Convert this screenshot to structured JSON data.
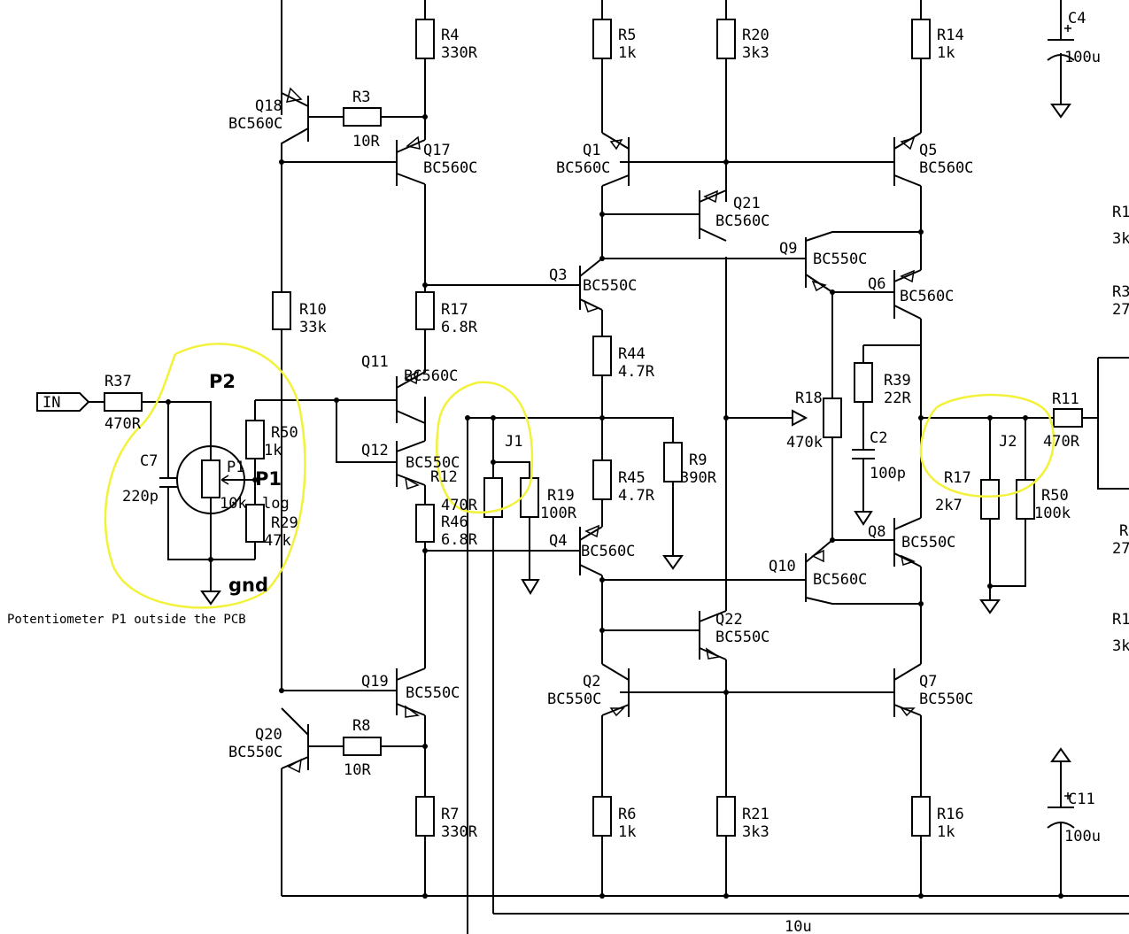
{
  "labels": {
    "in": "IN",
    "r37": "R37",
    "r37v": "470R",
    "c7": "C7",
    "c7v": "220p",
    "p2": "P2",
    "p1": "P1",
    "p1a": "P1",
    "p1v": "10k",
    "p1t": "log",
    "r50a": "R50",
    "r50av": "1k",
    "r29": "R29",
    "r29v": "47k",
    "gnd": "gnd",
    "note": "Potentiometer P1 outside the PCB",
    "r10": "R10",
    "r10v": "33k",
    "q18": "Q18",
    "q18t": "BC560C",
    "r3": "R3",
    "r3v": "10R",
    "r4": "R4",
    "r4v": "330R",
    "q17": "Q17",
    "q17t": "BC560C",
    "r17a": "R17",
    "r17av": "6.8R",
    "q11": "Q11",
    "q11t": "BC560C",
    "q12": "Q12",
    "q12t": "BC550C",
    "r12": "R12",
    "r12v": "470R",
    "r46": "R46",
    "r46v": "6.8R",
    "j1": "J1",
    "r19": "R19",
    "r19v": "100R",
    "q19": "Q19",
    "q19t": "BC550C",
    "q20": "Q20",
    "q20t": "BC550C",
    "r8": "R8",
    "r8v": "10R",
    "r7": "R7",
    "r7v": "330R",
    "r5": "R5",
    "r5v": "1k",
    "q1": "Q1",
    "q1t": "BC560C",
    "q3": "Q3",
    "q3t": "BC550C",
    "r44": "R44",
    "r44v": "4.7R",
    "r45": "R45",
    "r45v": "4.7R",
    "q4": "Q4",
    "q4t": "BC560C",
    "q2": "Q2",
    "q2t": "BC550C",
    "r6": "R6",
    "r6v": "1k",
    "r9": "R9",
    "r9v": "390R",
    "r20": "R20",
    "r20v": "3k3",
    "q21": "Q21",
    "q21t": "BC560C",
    "q22": "Q22",
    "q22t": "BC550C",
    "r21": "R21",
    "r21v": "3k3",
    "q9": "Q9",
    "q9t": "BC550C",
    "r18": "R18",
    "r18v": "470k",
    "q10": "Q10",
    "q10t": "BC560C",
    "r14": "R14",
    "r14v": "1k",
    "q5": "Q5",
    "q5t": "BC560C",
    "q6": "Q6",
    "q6t": "BC560C",
    "r39": "R39",
    "r39v": "22R",
    "c2": "C2",
    "c2v": "100p",
    "q8": "Q8",
    "q8t": "BC550C",
    "q7": "Q7",
    "q7t": "BC550C",
    "r16": "R16",
    "r16v": "1k",
    "j2": "J2",
    "r17b": "R17",
    "r17bv": "2k7",
    "r50b": "R50",
    "r50bv": "100k",
    "r11": "R11",
    "r11v": "470R",
    "c4": "C4",
    "c4v": "100u",
    "c11": "C11",
    "c11v": "100u",
    "c10u": "10u",
    "edge1": "R1",
    "edge1v": "3k",
    "edge2": "R3",
    "edge2v": "27",
    "edge3": "R",
    "edge3v": "27",
    "edge4": "R1",
    "edge4v": "3k"
  },
  "colors": {
    "wire": "#000000",
    "highlight": "#f2f23a",
    "background": "#ffffff"
  }
}
